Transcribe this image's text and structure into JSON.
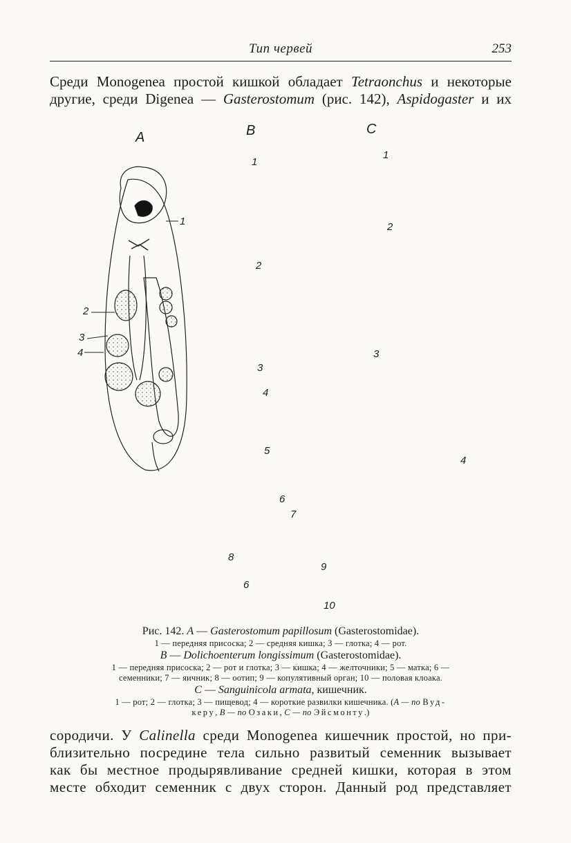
{
  "header": {
    "running_title": "Тип червей",
    "page_number": "253"
  },
  "paragraph_top": {
    "line1_a": "Среди Monogenea простой кишкой обладает ",
    "line1_b": "Tetraonchus",
    "line1_c": " и некоторые",
    "line2_a": "другие, среди Digenea — ",
    "line2_b": "Gasterostomum",
    "line2_c": " (рис. 142), ",
    "line2_d": "Aspidogaster",
    "line2_e": " и их"
  },
  "figure": {
    "panel_labels": [
      "A",
      "B",
      "C"
    ],
    "callouts_a": [
      "1",
      "2",
      "3",
      "4"
    ],
    "callouts_b": [
      "1",
      "2",
      "3",
      "4",
      "5",
      "6",
      "7",
      "8",
      "6",
      "9",
      "10"
    ],
    "callouts_c": [
      "1",
      "2",
      "3",
      "4"
    ]
  },
  "caption": {
    "title_a_prefix": "Рис. 142. ",
    "title_a_letter": "A",
    "title_a_dash": " — ",
    "title_a_species": "Gasterostomum papillosum",
    "title_a_family": " (Gasterostomidae).",
    "legend_a": "1 — передняя присоска; 2 — средняя кишка; 3 — глотка; 4 — рот.",
    "title_b_letter": "B",
    "title_b_dash": " — ",
    "title_b_species": "Dolichoenterum longissimum",
    "title_b_family": " (Gasterostomidae).",
    "legend_b1": "1 — передняя присоска; 2 — рот и глотка; 3 — кишка; 4 — желточники; 5 — матка; 6 —",
    "legend_b2": "семенники; 7 — яичник; 8 — оотип; 9 — копулятивный орган; 10 — половая клоака.",
    "title_c_letter": "C",
    "title_c_dash": " — ",
    "title_c_species": "Sanguinicola armata",
    "title_c_rest": ", кишечник.",
    "legend_c1_a": "1 — рот; 2 — глотка; 3 — пищевод; 4 — короткие развилки кишечника. (",
    "legend_c1_b": "A — по ",
    "legend_c1_c": "Вуд-",
    "legend_c2_a": "керу",
    "legend_c2_b": ", B — по ",
    "legend_c2_c": "Озаки",
    "legend_c2_d": ", C — по ",
    "legend_c2_e": "Эйсмонту",
    "legend_c2_f": ".)"
  },
  "paragraph_bottom": {
    "line1_a": "сородичи. У ",
    "line1_b": "Calinella",
    "line1_c": " среди Monogenea кишечник простой, но при-",
    "line2": "близительно посредине тела сильно развитый семенник вызывает",
    "line3": "как бы местное продырявливание средней кишки, которая в этом",
    "line4": "месте обходит семенник с двух сторон. Данный род представляет"
  }
}
